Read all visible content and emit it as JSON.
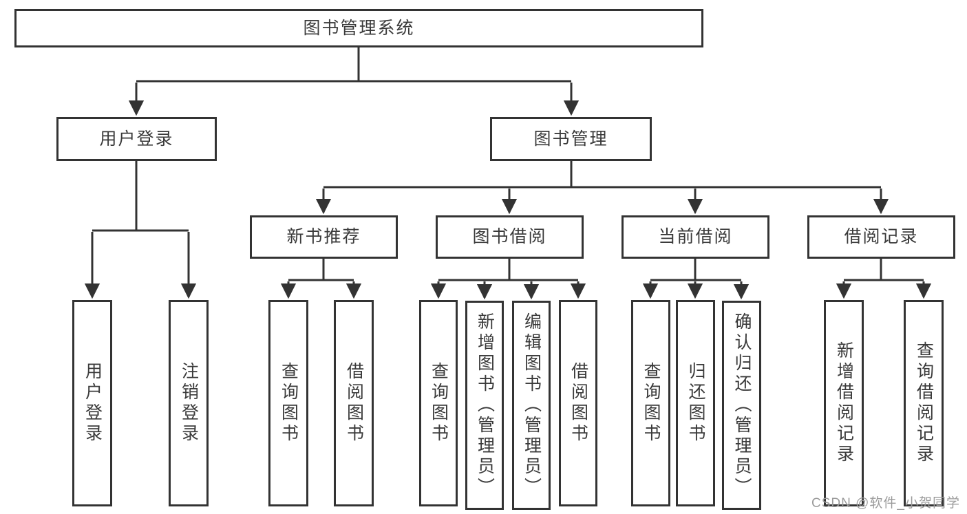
{
  "tree": {
    "root": {
      "label": "图书管理系统"
    },
    "user_login": {
      "label": "用户登录",
      "children": [
        {
          "label": "用户登录"
        },
        {
          "label": "注销登录"
        }
      ]
    },
    "book_management": {
      "label": "图书管理",
      "sections": [
        {
          "label": "新书推荐",
          "children": [
            {
              "label": "查询图书"
            },
            {
              "label": "借阅图书"
            }
          ]
        },
        {
          "label": "图书借阅",
          "children": [
            {
              "label": "查询图书"
            },
            {
              "label": "新增图书（管理员）"
            },
            {
              "label": "编辑图书（管理员）"
            },
            {
              "label": "借阅图书"
            }
          ]
        },
        {
          "label": "当前借阅",
          "children": [
            {
              "label": "查询图书"
            },
            {
              "label": "归还图书"
            },
            {
              "label": "确认归还（管理员）"
            }
          ]
        },
        {
          "label": "借阅记录",
          "children": [
            {
              "label": "新增借阅记录"
            },
            {
              "label": "查询借阅记录"
            }
          ]
        }
      ]
    }
  },
  "watermark": {
    "text": "CSDN @软件_小贺同学"
  },
  "colors": {
    "line": "#333333",
    "border": "#333333",
    "text": "#3a3a3a",
    "watermark": "#9b9b9b",
    "background": "#ffffff"
  }
}
